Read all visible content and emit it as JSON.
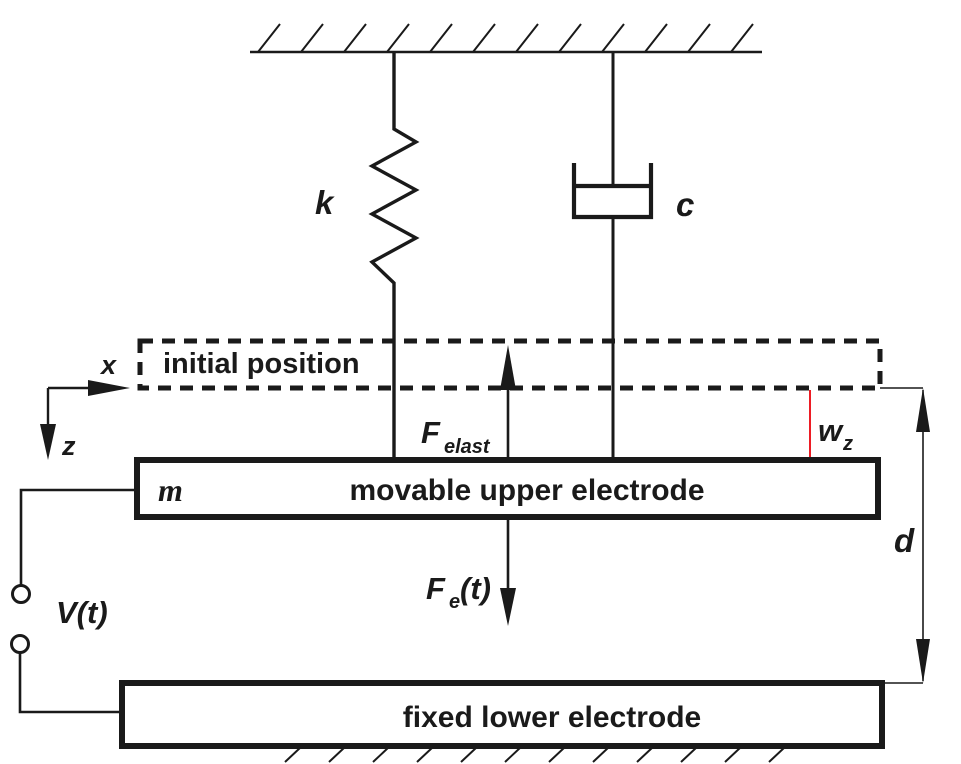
{
  "figure": {
    "description": "mass-spring-damper model of electrostatic parallel-plate actuator",
    "background": "#ffffff",
    "line_color": "#1a1a1a",
    "accent_red": "#ed1c24"
  },
  "labels": {
    "spring_constant": "k",
    "damping_coefficient": "c",
    "axis_x": "x",
    "axis_z": "z",
    "initial_position": "initial position",
    "elastic_force_symbol": "F",
    "elastic_force_subscript": "elast",
    "deflection_symbol": "w",
    "deflection_subscript": "z",
    "mass_symbol": "m",
    "movable_electrode": "movable upper electrode",
    "electrostatic_force_symbol": "F",
    "electrostatic_force_subscript": "e",
    "electrostatic_force_argument": "(t)",
    "gap_distance": "d",
    "voltage_source": "V(t)",
    "fixed_electrode": "fixed lower electrode"
  }
}
